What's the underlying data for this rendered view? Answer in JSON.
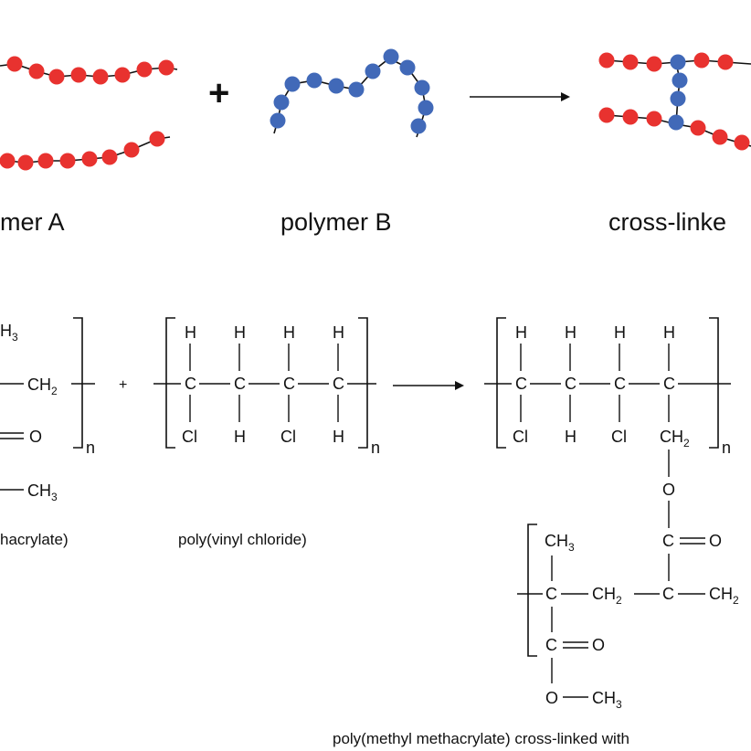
{
  "labels": {
    "polymer_a": "mer A",
    "polymer_b": "polymer B",
    "crosslinked": "cross-linke",
    "plus": "+",
    "pmma_name": "hacrylate)",
    "pvc_name": "poly(vinyl chloride)",
    "product_name": "poly(methyl methacrylate) cross-linked with"
  },
  "atoms": {
    "H": "H",
    "C": "C",
    "Cl": "Cl",
    "O": "O",
    "CH": "CH",
    "sub2": "2",
    "sub3": "3",
    "n": "n",
    "h3_fragment": "H"
  },
  "colors": {
    "polymer_a_bead": "#e8322f",
    "polymer_b_bead": "#4169b8",
    "line": "#111111"
  }
}
